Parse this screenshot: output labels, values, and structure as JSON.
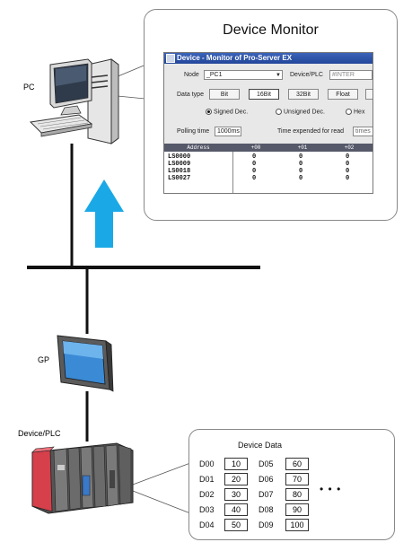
{
  "labels": {
    "pc": "PC",
    "gp": "GP",
    "device_plc": "Device/PLC"
  },
  "monitor": {
    "callout_title": "Device Monitor",
    "window_title": "Device - Monitor of Pro-Server EX",
    "node_label": "Node",
    "node_value": "_PC1",
    "device_plc_label": "Device/PLC",
    "device_plc_value": "#INTER",
    "data_type_label": "Data type",
    "data_types": [
      "Bit",
      "16Bit",
      "32Bit",
      "Float"
    ],
    "radios": [
      "Signed Dec.",
      "Unsigned Dec.",
      "Hex"
    ],
    "polling_label": "Polling time",
    "polling_value": "1000ms",
    "time_label": "Time expended for read",
    "time_value": "times",
    "grid_headers": [
      "Address",
      "+00",
      "+01",
      "+02"
    ],
    "grid_rows": [
      {
        "address": "LS0000",
        "values": [
          "0",
          "0",
          "0"
        ]
      },
      {
        "address": "LS0009",
        "values": [
          "0",
          "0",
          "0"
        ]
      },
      {
        "address": "LS0018",
        "values": [
          "0",
          "0",
          "0"
        ]
      },
      {
        "address": "LS0027",
        "values": [
          "0",
          "0",
          "0"
        ]
      }
    ]
  },
  "device_data": {
    "title": "Device Data",
    "left": [
      {
        "addr": "D00",
        "val": "10"
      },
      {
        "addr": "D01",
        "val": "20"
      },
      {
        "addr": "D02",
        "val": "30"
      },
      {
        "addr": "D03",
        "val": "40"
      },
      {
        "addr": "D04",
        "val": "50"
      }
    ],
    "right": [
      {
        "addr": "D05",
        "val": "60"
      },
      {
        "addr": "D06",
        "val": "70"
      },
      {
        "addr": "D07",
        "val": "80"
      },
      {
        "addr": "D08",
        "val": "90"
      },
      {
        "addr": "D09",
        "val": "100"
      }
    ],
    "ellipsis": "• • •"
  },
  "colors": {
    "arrow": "#1aa9e6",
    "titlebar": "#23479a",
    "grid_header": "#56596a"
  }
}
